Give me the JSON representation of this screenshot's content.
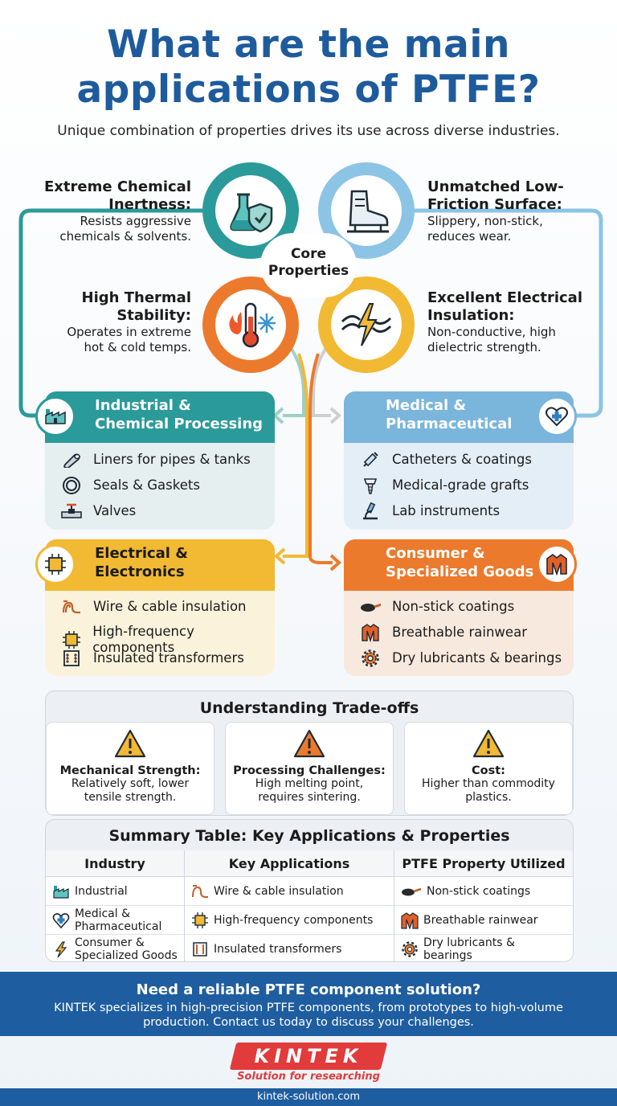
{
  "header": {
    "title_line1": "What are the main",
    "title_line2": "applications of PTFE?",
    "subtitle": "Unique combination of properties drives its use across diverse industries."
  },
  "core": {
    "label_line1": "Core",
    "label_line2": "Properties",
    "properties": [
      {
        "title_line1": "Extreme Chemical",
        "title_line2": "Inertness:",
        "desc_line1": "Resists aggressive",
        "desc_line2": "chemicals & solvents.",
        "icon": "flask-shield-icon",
        "color": "#2a9a9a"
      },
      {
        "title_line1": "Unmatched Low-",
        "title_line2": "Friction Surface:",
        "desc_line1": "Slippery, non-stick,",
        "desc_line2": "reduces wear.",
        "icon": "ice-skate-icon",
        "color": "#8cc4e6"
      },
      {
        "title_line1": "High Thermal",
        "title_line2": "Stability:",
        "desc_line1": "Operates in extreme",
        "desc_line2": "hot & cold temps.",
        "icon": "thermometer-icon",
        "color": "#ec7a2c"
      },
      {
        "title_line1": "Excellent Electrical",
        "title_line2": "Insulation:",
        "desc_line1": "Non-conductive, high",
        "desc_line2": "dielectric strength.",
        "icon": "lightning-icon",
        "color": "#f2b933"
      }
    ]
  },
  "industries": [
    {
      "title_line1": "Industrial &",
      "title_line2": "Chemical Processing",
      "icon": "factory-icon",
      "color": "#2a9a9a",
      "items": [
        {
          "label": "Liners for pipes & tanks",
          "icon": "pipe-icon"
        },
        {
          "label": "Seals & Gaskets",
          "icon": "gasket-icon"
        },
        {
          "label": "Valves",
          "icon": "valve-icon"
        }
      ]
    },
    {
      "title_line1": "Medical &",
      "title_line2": "Pharmaceutical",
      "icon": "heart-cross-icon",
      "color": "#7ab5dc",
      "items": [
        {
          "label": "Catheters & coatings",
          "icon": "syringe-icon"
        },
        {
          "label": "Medical-grade grafts",
          "icon": "implant-icon"
        },
        {
          "label": "Lab instruments",
          "icon": "microscope-icon"
        }
      ]
    },
    {
      "title_line1": "Electrical &",
      "title_line2": "Electronics",
      "icon": "chip-icon",
      "color": "#f2b933",
      "items": [
        {
          "label": "Wire & cable insulation",
          "icon": "cable-coil-icon"
        },
        {
          "label": "High-frequency components",
          "icon": "chip-icon"
        },
        {
          "label": "Insulated transformers",
          "icon": "transformer-icon"
        }
      ]
    },
    {
      "title_line1": "Consumer &",
      "title_line2": "Specialized Goods",
      "icon": "jacket-icon",
      "color": "#ec7a2c",
      "items": [
        {
          "label": "Non-stick coatings",
          "icon": "pan-icon"
        },
        {
          "label": "Breathable rainwear",
          "icon": "jacket-icon"
        },
        {
          "label": "Dry lubricants & bearings",
          "icon": "gear-icon"
        }
      ]
    }
  ],
  "tradeoffs": {
    "title": "Understanding Trade-offs",
    "cards": [
      {
        "title": "Mechanical Strength:",
        "line1": "Relatively soft, lower",
        "line2": "tensile strength.",
        "color": "#f2b933"
      },
      {
        "title": "Processing Challenges:",
        "line1": "High melting point,",
        "line2": "requires sintering.",
        "color": "#ec7a2c"
      },
      {
        "title": "Cost:",
        "line1": "Higher than commodity",
        "line2": "plastics.",
        "color": "#f2b933"
      }
    ]
  },
  "summary": {
    "title": "Summary Table: Key Applications & Properties",
    "headers": [
      "Industry",
      "Key Applications",
      "PTFE Property Utilized"
    ],
    "rows": [
      {
        "industry_line1": "Industrial",
        "industry_line2": "",
        "application": "Wire & cable insulation",
        "property": "Non-stick coatings"
      },
      {
        "industry_line1": "Medical &",
        "industry_line2": "Pharmaceutical",
        "application": "High-frequency components",
        "property": "Breathable rainwear"
      },
      {
        "industry_line1": "Consumer &",
        "industry_line2": "Specialized Goods",
        "application": "Insulated transformers",
        "property": "Dry lubricants & bearings"
      }
    ]
  },
  "cta": {
    "heading": "Need a reliable PTFE component solution?",
    "line1": "KINTEK specializes in high-precision PTFE components, from prototypes to high-volume",
    "line2": "production. Contact us today to discuss your challenges."
  },
  "brand": {
    "logo_text": "KINTEK",
    "tagline": "Solution for researching",
    "url": "kintek-solution.com",
    "color": "#e23b3b"
  }
}
